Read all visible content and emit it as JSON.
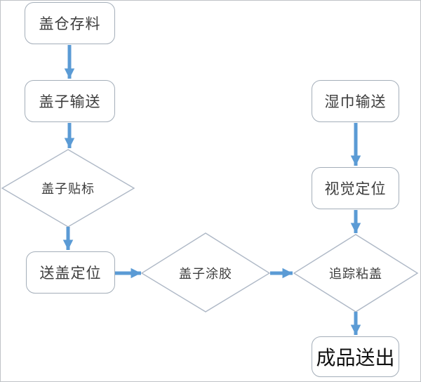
{
  "diagram": {
    "colors": {
      "arrow": "#5B9BD5",
      "box_border": "#A4AEB9",
      "diamond_border": "#AEB8C6",
      "canvas_border": "#BFC3C7",
      "text": "#3D3D3D",
      "background": "#FFFFFF"
    },
    "nodes": {
      "cap_storage": {
        "label": "盖仓存料",
        "shape": "rounded-rect"
      },
      "cap_feed": {
        "label": "盖子输送",
        "shape": "rounded-rect"
      },
      "cap_labeling": {
        "label": "盖子贴标",
        "shape": "diamond"
      },
      "cap_positioning": {
        "label": "送盖定位",
        "shape": "rounded-rect"
      },
      "cap_gluing": {
        "label": "盖子涂胶",
        "shape": "diamond"
      },
      "wipes_feed": {
        "label": "湿巾输送",
        "shape": "rounded-rect"
      },
      "vision_positioning": {
        "label": "视觉定位",
        "shape": "rounded-rect"
      },
      "tracking_capping": {
        "label": "追踪粘盖",
        "shape": "diamond"
      },
      "product_output": {
        "label": "成品送出",
        "shape": "rounded-rect"
      }
    }
  }
}
